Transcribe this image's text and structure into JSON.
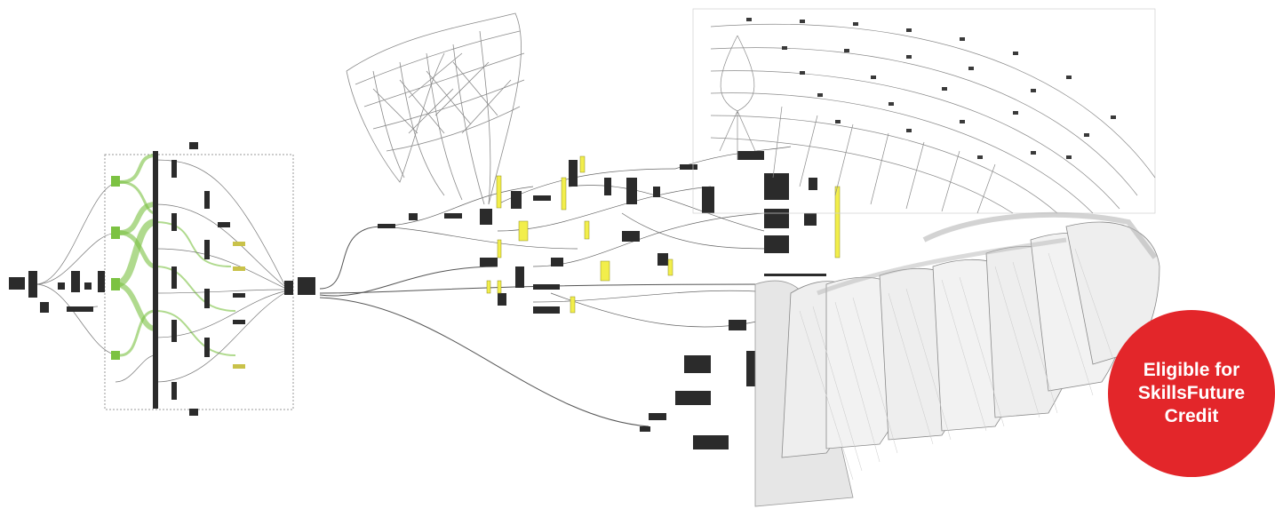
{
  "badge": {
    "line1": "Eligible for",
    "line2": "SkillsFuture",
    "line3": "Credit",
    "color": "#e3262a",
    "text_color": "#ffffff"
  },
  "illustration": {
    "palette": {
      "wire": "#3a3a3a",
      "node": "#2b2b2b",
      "accent_green": "#7cc242",
      "accent_yellow": "#f2ee4b",
      "shell": "#d9d9d9"
    }
  }
}
